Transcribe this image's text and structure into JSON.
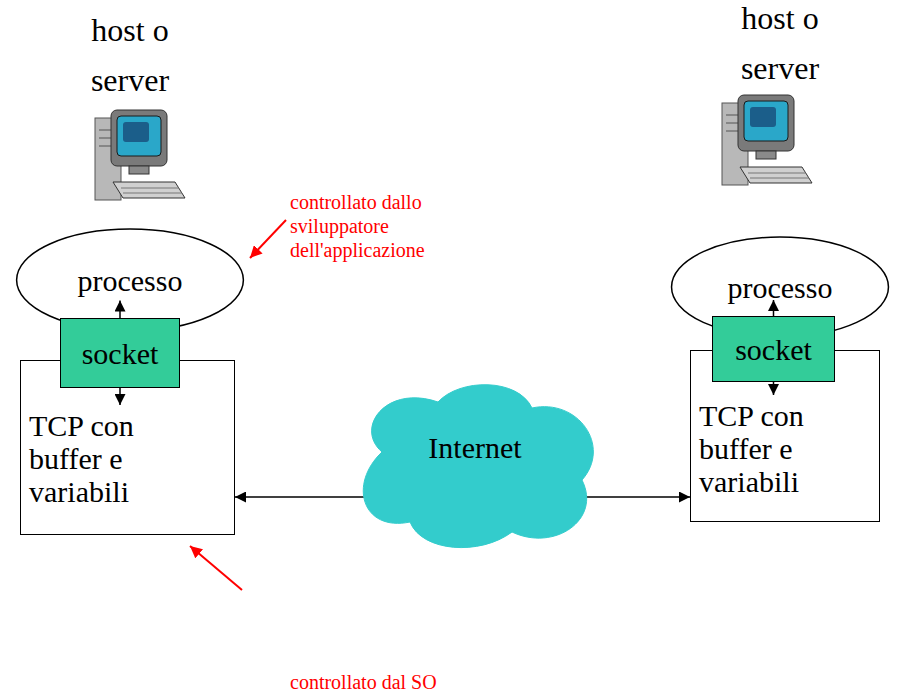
{
  "diagram": {
    "nodes": [
      {
        "text": [
          "processo"
        ]
      },
      {
        "text": [
          "socket"
        ]
      },
      {
        "text": [
          "TCP con buffer e variabili"
        ]
      },
      {
        "text": [
          "Internet"
        ]
      },
      {
        "text": [
          "processo"
        ]
      },
      {
        "text": [
          "socket"
        ]
      },
      {
        "text": [
          "TCP con buffer e variabili"
        ]
      }
    ],
    "edges": [
      {
        "from": 1,
        "to": 0,
        "arrow": "to"
      },
      {
        "from": 1,
        "to": 2,
        "arrow": "to"
      },
      {
        "from": 5,
        "to": 4,
        "arrow": "to"
      },
      {
        "from": 5,
        "to": 6,
        "arrow": "to"
      },
      {
        "from": 2,
        "to": 6,
        "arrow": "both"
      }
    ],
    "labels": [
      "host o server",
      "host o server",
      "controllato dallo sviluppatore dell'applicazione",
      "controllato dal SO"
    ]
  }
}
